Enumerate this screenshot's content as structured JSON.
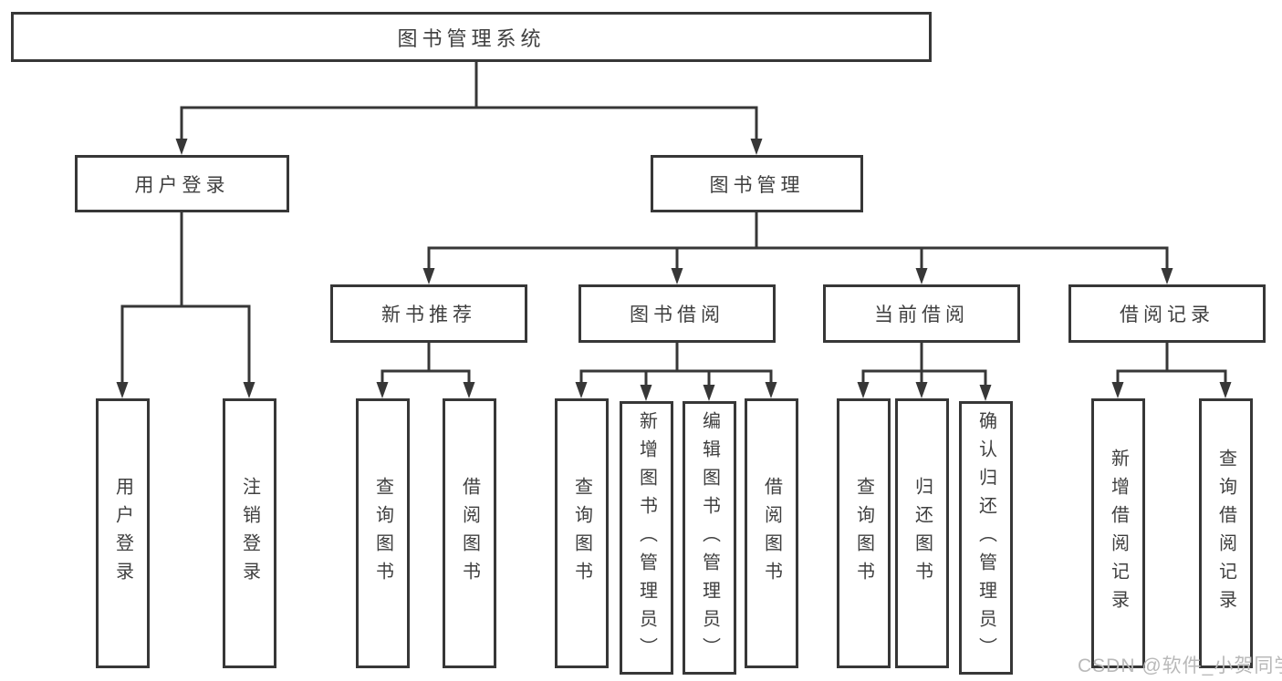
{
  "diagram": {
    "title": "图书管理系统",
    "level2": {
      "user_login": "用户登录",
      "book_mgmt": "图书管理"
    },
    "level3": {
      "new_books": "新书推荐",
      "book_borrow": "图书借阅",
      "current_borrow": "当前借阅",
      "borrow_records": "借阅记录"
    },
    "leaves": {
      "user_login": [
        "用户登录",
        "注销登录"
      ],
      "new_books": [
        "查询图书",
        "借阅图书"
      ],
      "book_borrow": [
        "查询图书",
        "新增图书（管理员）",
        "编辑图书（管理员）",
        "借阅图书"
      ],
      "current_borrow": [
        "查询图书",
        "归还图书",
        "确认归还（管理员）"
      ],
      "borrow_records": [
        "新增借阅记录",
        "查询借阅记录"
      ]
    }
  },
  "watermark": "CSDN @软件_小贺同学",
  "colors": {
    "line": "#373737",
    "text": "#3f3f3f",
    "background": "#ffffff",
    "watermark": "#b9b9b9"
  }
}
